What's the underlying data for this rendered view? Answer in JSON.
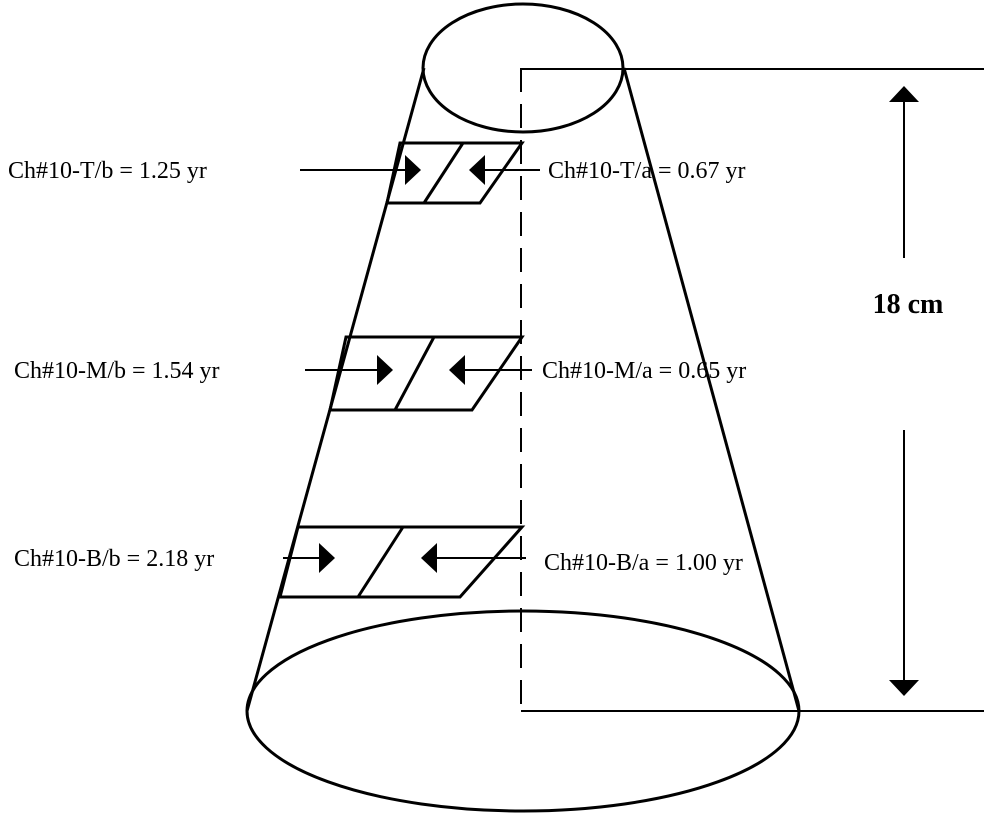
{
  "samples": [
    {
      "position": "top",
      "left_label": "Ch#10-T/b = 1.25 yr",
      "right_label": "Ch#10-T/a = 0.67 yr"
    },
    {
      "position": "middle",
      "left_label": "Ch#10-M/b = 1.54 yr",
      "right_label": "Ch#10-M/a = 0.65 yr"
    },
    {
      "position": "bottom",
      "left_label": "Ch#10-B/b = 2.18 yr",
      "right_label": "Ch#10-B/a = 1.00 yr"
    }
  ],
  "height_label": "18 cm",
  "colors": {
    "stroke": "#000000",
    "background": "#ffffff"
  }
}
